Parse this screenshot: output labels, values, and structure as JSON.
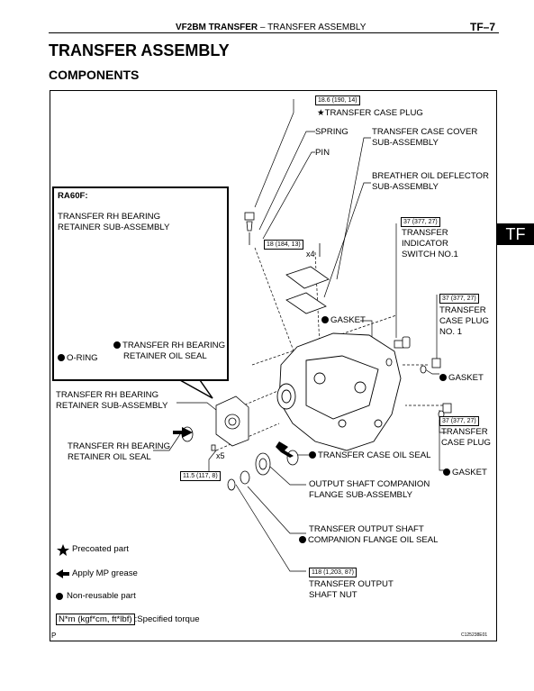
{
  "header": {
    "section_bold": "VF2BM TRANSFER",
    "separator": "–",
    "section_rest": "TRANSFER ASSEMBLY",
    "page": "TF–7"
  },
  "title": "TRANSFER ASSEMBLY",
  "subtitle": "COMPONENTS",
  "side_tab": "TF",
  "inset": {
    "title": "RA60F:",
    "retainer_label_1": "TRANSFER RH BEARING",
    "retainer_label_2": "RETAINER SUB-ASSEMBLY",
    "oring_label": "O-RING",
    "oilseal_label_1": "TRANSFER RH BEARING",
    "oilseal_label_2": "RETAINER OIL SEAL"
  },
  "labels": {
    "torque_plug": "18.6 (190, 14)",
    "case_plug": "TRANSFER CASE PLUG",
    "spring": "SPRING",
    "pin": "PIN",
    "cover_1": "TRANSFER CASE COVER",
    "cover_2": "SUB-ASSEMBLY",
    "breather_1": "BREATHER OIL DEFLECTOR",
    "breather_2": "SUB-ASSEMBLY",
    "torque_indicator": "37 (377, 27)",
    "indicator_1": "TRANSFER",
    "indicator_2": "INDICATOR",
    "indicator_3": "SWITCH NO.1",
    "torque_cover_bolt": "18 (184, 13)",
    "x4": "x4",
    "torque_plug1": "37 (377, 27)",
    "plug1_1": "TRANSFER",
    "plug1_2": "CASE PLUG",
    "plug1_3": "NO. 1",
    "gasket_left": "GASKET",
    "gasket_right": "GASKET",
    "torque_plug2": "37 (377, 27)",
    "plug2_1": "TRANSFER",
    "plug2_2": "CASE PLUG",
    "gasket_bottom": "GASKET",
    "retainer_1": "TRANSFER RH BEARING",
    "retainer_2": "RETAINER SUB-ASSEMBLY",
    "retainer_seal_1": "TRANSFER RH BEARING",
    "retainer_seal_2": "RETAINER OIL SEAL",
    "x5": "x5",
    "torque_retainer": "11.5 (117, 8)",
    "case_oil_seal": "TRANSFER CASE OIL SEAL",
    "flange_1": "OUTPUT SHAFT COMPANION",
    "flange_2": "FLANGE SUB-ASSEMBLY",
    "flange_seal_1": "TRANSFER OUTPUT SHAFT",
    "flange_seal_2": "COMPANION FLANGE OIL SEAL",
    "torque_nut": "118 (1,203, 87)",
    "nut_1": "TRANSFER OUTPUT",
    "nut_2": "SHAFT NUT"
  },
  "legend": {
    "precoated": "Precoated part",
    "mp_grease": "Apply MP grease",
    "non_reusable": "Non-reusable part",
    "torque_unit": "N*m (kgf*cm, ft*lbf)",
    "torque_text": ":Specified torque"
  },
  "footer": {
    "left": "P",
    "code": "C125238E01"
  }
}
